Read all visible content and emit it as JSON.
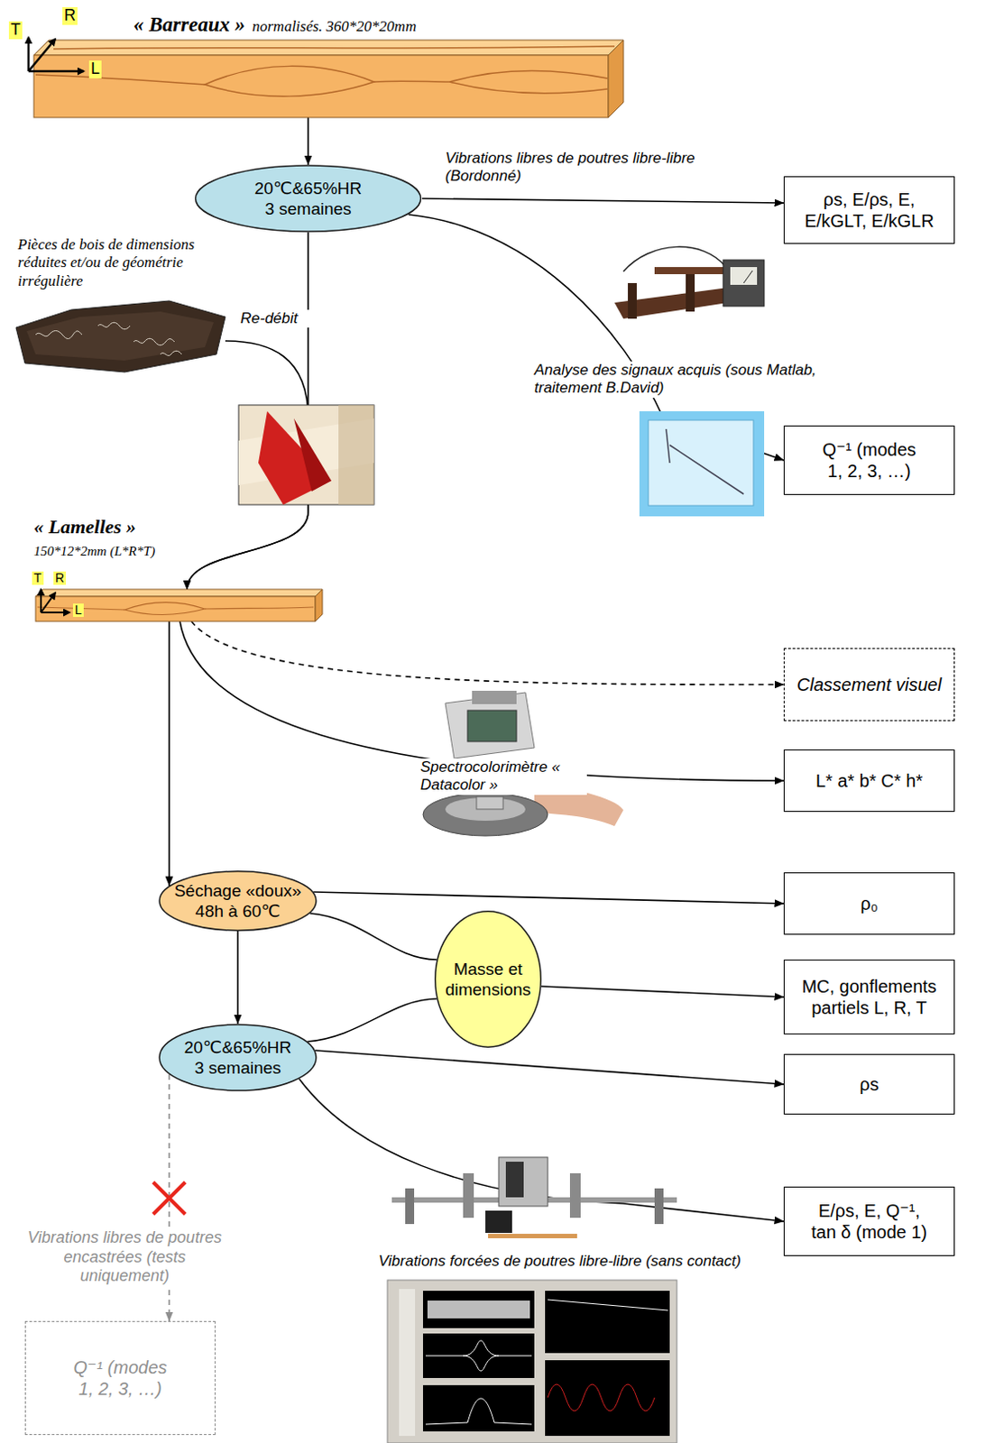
{
  "diagram": {
    "nodes": [
      {
        "text": [
          "« Barreaux »",
          "normalisés. 360*20*20mm"
        ]
      },
      {
        "text": [
          "20℃&65%HR 3 semaines"
        ]
      },
      {
        "text": [
          "ρs, E/ρs, E, E/kGLT, E/kGLR"
        ]
      },
      {
        "text": [
          "Pièces de bois de dimensions réduites et/ou de géométrie irrégulière"
        ]
      },
      {
        "text": [
          "Q⁻¹ (modes 1, 2, 3, …)"
        ]
      },
      {
        "text": [
          "« Lamelles »",
          "150*12*2mm (L*R*T)"
        ]
      },
      {
        "text": [
          "Classement visuel"
        ]
      },
      {
        "text": [
          "L* a* b* C* h*"
        ]
      },
      {
        "text": [
          "Séchage «doux» 48h à 60℃"
        ]
      },
      {
        "text": [
          "ρ₀"
        ]
      },
      {
        "text": [
          "Masse et dimensions"
        ]
      },
      {
        "text": [
          "MC, gonflements partiels L, R, T"
        ]
      },
      {
        "text": [
          "20℃&65%HR 3 semaines"
        ]
      },
      {
        "text": [
          "ρs"
        ]
      },
      {
        "text": [
          "E/ρs, E, Q⁻¹, tan δ (mode 1)"
        ]
      },
      {
        "text": [
          "Q⁻¹ (modes 1, 2, 3, …)"
        ]
      }
    ],
    "edges": [
      {
        "from": 0,
        "to": 1,
        "arrow": "to"
      },
      {
        "from": 1,
        "to": 2,
        "label": "Vibrations libres de poutres libre-libre (Bordonné)",
        "arrow": "to"
      },
      {
        "from": 1,
        "to": 4,
        "arrow": "to"
      },
      {
        "from": 1,
        "to": 5,
        "arrow": "to"
      },
      {
        "from": 3,
        "to": 5,
        "label": "Re-débit",
        "arrow": "to"
      },
      {
        "from": 5,
        "to": 6,
        "arrow": "to"
      },
      {
        "from": 5,
        "to": 7,
        "arrow": "to"
      },
      {
        "from": 5,
        "to": 8,
        "arrow": "to"
      },
      {
        "from": 8,
        "to": 9,
        "arrow": "to"
      },
      {
        "from": 8,
        "to": 10,
        "arrow": "none"
      },
      {
        "from": 12,
        "to": 10,
        "arrow": "none"
      },
      {
        "from": 10,
        "to": 11,
        "arrow": "to"
      },
      {
        "from": 8,
        "to": 12,
        "arrow": "to"
      },
      {
        "from": 12,
        "to": 13,
        "arrow": "to"
      },
      {
        "from": 12,
        "to": 14,
        "arrow": "to"
      },
      {
        "from": 12,
        "to": 15,
        "label": "Vibrations libres de poutres encastrées (tests uniquement)",
        "arrow": "to"
      }
    ],
    "labels": [
      "T",
      "R",
      "L",
      "Analyse des signaux acquis (sous Matlab, traitement B.David)",
      "T",
      "R",
      "L",
      "Spectrocolorimètre « Datacolor »",
      "Vibrations forcées de poutres libre-libre (sans contact)"
    ]
  }
}
